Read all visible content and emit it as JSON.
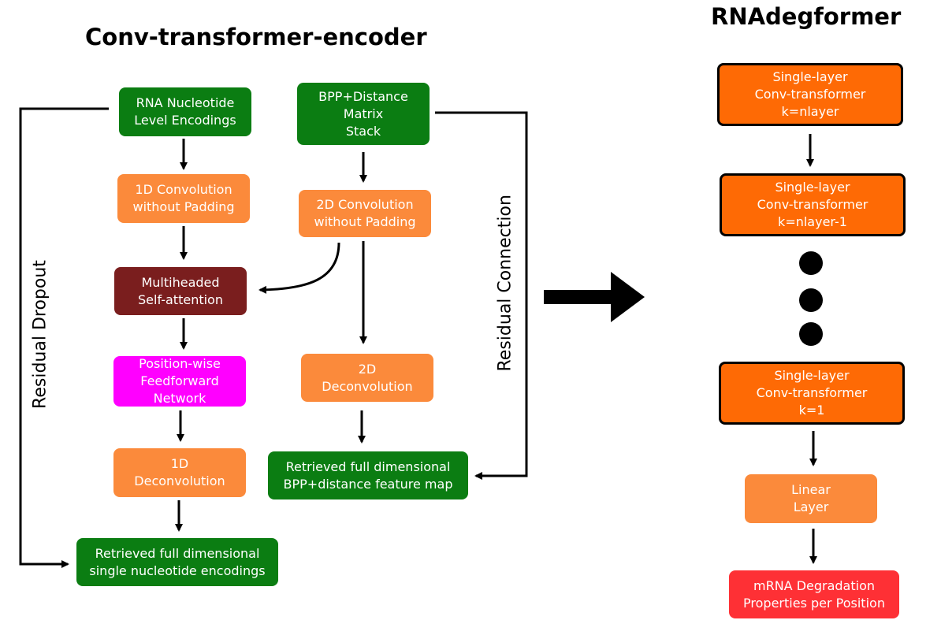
{
  "left_title": "Conv-transformer-encoder",
  "right_title": "RNAdegformer",
  "left_nodes": {
    "rna_encodings": "RNA Nucleotide\nLevel Encodings",
    "bpp_stack": "BPP+Distance\nMatrix\nStack",
    "conv1d": "1D Convolution\nwithout Padding",
    "conv2d": "2D Convolution\nwithout Padding",
    "attention": "Multiheaded\nSelf-attention",
    "feedforward": "Position-wise\nFeedforward\nNetwork",
    "deconv2d": "2D\nDeconvolution",
    "deconv1d": "1D\nDeconvolution",
    "bpp_retrieved": "Retrieved full dimensional\nBPP+distance feature map",
    "nuc_retrieved": "Retrieved full dimensional\nsingle nucleotide encodings"
  },
  "side_labels": {
    "residual_dropout": "Residual Dropout",
    "residual_connection": "Residual Connection"
  },
  "right_nodes": {
    "layer_n": "Single-layer\nConv-transformer\nk=nlayer",
    "layer_n1": "Single-layer\nConv-transformer\nk=nlayer-1",
    "layer_1": "Single-layer\nConv-transformer\nk=1",
    "linear": "Linear\nLayer",
    "output": "mRNA Degradation\nProperties per Position"
  },
  "colors": {
    "green": "#0b7d12",
    "orange": "#fb8a3b",
    "maroon": "#7a1e1e",
    "magenta": "#ff00ff",
    "red": "#fe3035",
    "dark_orange": "#fe6a05"
  }
}
